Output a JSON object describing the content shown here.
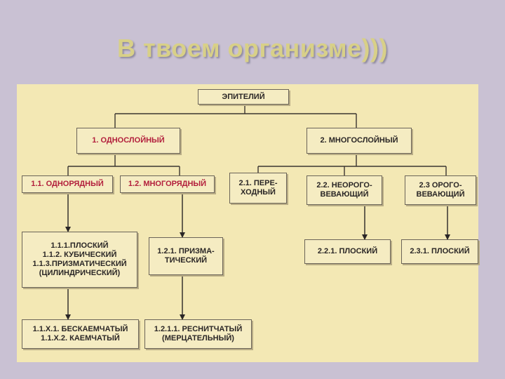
{
  "title": "В твоем организме)))",
  "diagram": {
    "root": "ЭПИТЕЛИЙ",
    "single_layer": "1. ОДНОСЛОЙНЫЙ",
    "multi_layer": "2. МНОГОСЛОЙНЫЙ",
    "one_row": "1.1. ОДНОРЯДНЫЙ",
    "multi_row": "1.2. МНОГОРЯДНЫЙ",
    "transitional": "2.1. ПЕРЕ-\nХОДНЫЙ",
    "non_keratinizing": "2.2. НЕОРОГО-\nВЕВАЮЩИЙ",
    "keratinizing": "2.3 ОРОГО-\nВЕВАЮЩИЙ",
    "one_row_types": "1.1.1.ПЛОСКИЙ\n1.1.2. КУБИЧЕСКИЙ\n1.1.3.ПРИЗМАТИЧЕСКИЙ\n(ЦИЛИНДРИЧЕСКИЙ)",
    "multi_row_types": "1.2.1. ПРИЗМА-\nТИЧЕСКИЙ",
    "non_keratinizing_flat": "2.2.1. ПЛОСКИЙ",
    "keratinizing_flat": "2.3.1. ПЛОСКИЙ",
    "one_row_ciliation": "1.1.X.1. БЕСКАЕМЧАТЫЙ\n1.1.X.2. КАЕМЧАТЫЙ",
    "multi_row_ciliation": "1.2.1.1. РЕСНИТЧАТЫЙ\n(МЕРЦАТЕЛЬНЫЙ)"
  },
  "colors": {
    "background": "#c9c1d3",
    "panel": "#f3e8b4",
    "title": "#d8d088",
    "highlight_text": "#b21e3c",
    "text": "#2a2626"
  }
}
